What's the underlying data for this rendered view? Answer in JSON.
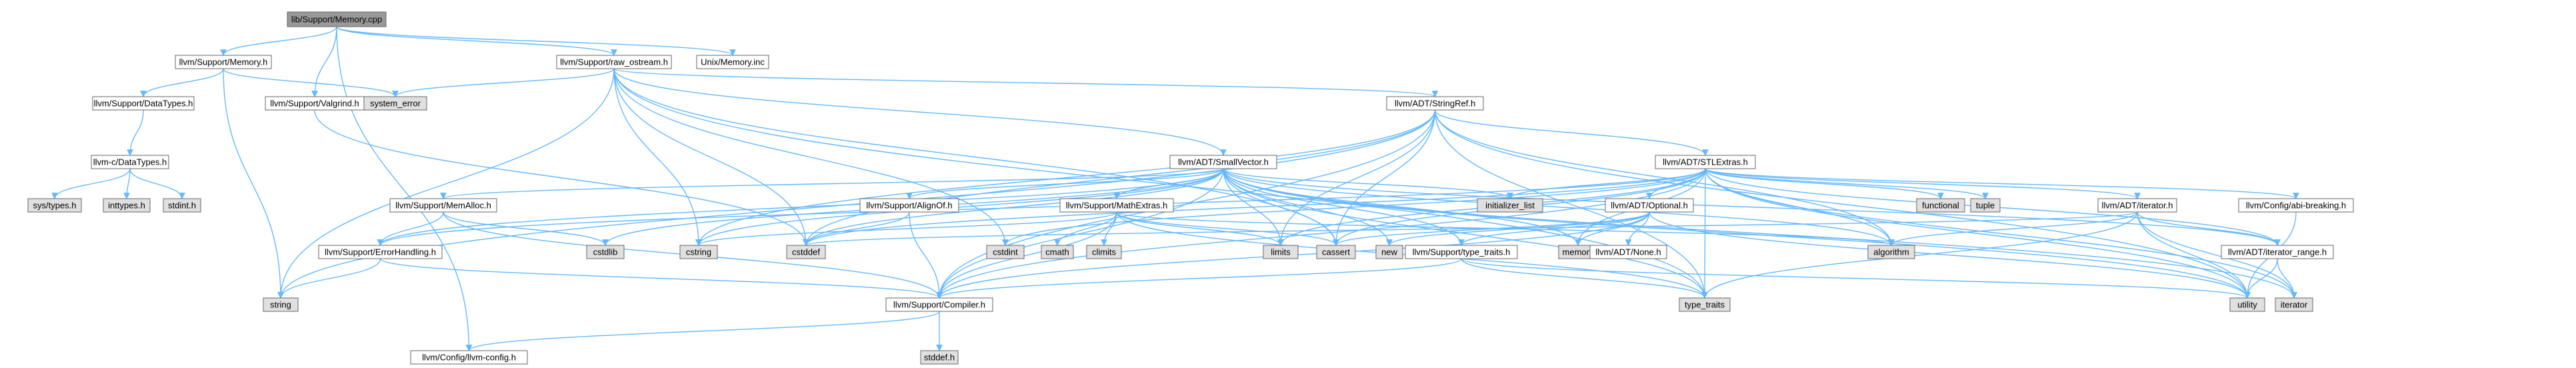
{
  "diagram": {
    "type": "include-dependency-graph",
    "colors": {
      "root_fill": "#999999",
      "node_fill": "#ffffff",
      "system_fill": "#e0e0e0",
      "node_stroke": "#666666",
      "edge": "#63b8ff",
      "text": "#000000"
    },
    "nodes": [
      {
        "id": "root",
        "label": "lib/Support/Memory.cpp",
        "kind": "root"
      },
      {
        "id": "mem_h",
        "label": "llvm/Support/Memory.h",
        "kind": "file"
      },
      {
        "id": "valgrind",
        "label": "llvm/Support/Valgrind.h",
        "kind": "file"
      },
      {
        "id": "raw_ostream",
        "label": "llvm/Support/raw_ostream.h",
        "kind": "file"
      },
      {
        "id": "unix_mem",
        "label": "Unix/Memory.inc",
        "kind": "file"
      },
      {
        "id": "llvm_config",
        "label": "llvm/Config/llvm-config.h",
        "kind": "file"
      },
      {
        "id": "datatypes_h",
        "label": "llvm/Support/DataTypes.h",
        "kind": "file"
      },
      {
        "id": "system_error",
        "label": "system_error",
        "kind": "system"
      },
      {
        "id": "c_datatypes",
        "label": "llvm-c/DataTypes.h",
        "kind": "file"
      },
      {
        "id": "sys_types",
        "label": "sys/types.h",
        "kind": "system"
      },
      {
        "id": "inttypes",
        "label": "inttypes.h",
        "kind": "system"
      },
      {
        "id": "stdint",
        "label": "stdint.h",
        "kind": "system"
      },
      {
        "id": "string",
        "label": "string",
        "kind": "system"
      },
      {
        "id": "stringref",
        "label": "llvm/ADT/StringRef.h",
        "kind": "file"
      },
      {
        "id": "smallvector",
        "label": "llvm/ADT/SmallVector.h",
        "kind": "file"
      },
      {
        "id": "stlextras",
        "label": "llvm/ADT/STLExtras.h",
        "kind": "file"
      },
      {
        "id": "memalloc",
        "label": "llvm/Support/MemAlloc.h",
        "kind": "file"
      },
      {
        "id": "alignof",
        "label": "llvm/Support/AlignOf.h",
        "kind": "file"
      },
      {
        "id": "mathextras",
        "label": "llvm/Support/MathExtras.h",
        "kind": "file"
      },
      {
        "id": "initializer_list",
        "label": "initializer_list",
        "kind": "system"
      },
      {
        "id": "functional",
        "label": "functional",
        "kind": "system"
      },
      {
        "id": "tuple",
        "label": "tuple",
        "kind": "system"
      },
      {
        "id": "optional",
        "label": "llvm/ADT/Optional.h",
        "kind": "file"
      },
      {
        "id": "iterator_h",
        "label": "llvm/ADT/iterator.h",
        "kind": "file"
      },
      {
        "id": "abi_breaking",
        "label": "llvm/Config/abi-breaking.h",
        "kind": "file"
      },
      {
        "id": "cstdlib",
        "label": "cstdlib",
        "kind": "system"
      },
      {
        "id": "cstring",
        "label": "cstring",
        "kind": "system"
      },
      {
        "id": "cstddef",
        "label": "cstddef",
        "kind": "system"
      },
      {
        "id": "cstdint",
        "label": "cstdint",
        "kind": "system"
      },
      {
        "id": "cmath",
        "label": "cmath",
        "kind": "system"
      },
      {
        "id": "climits",
        "label": "climits",
        "kind": "system"
      },
      {
        "id": "limits",
        "label": "limits",
        "kind": "system"
      },
      {
        "id": "cassert",
        "label": "cassert",
        "kind": "system"
      },
      {
        "id": "new",
        "label": "new",
        "kind": "system"
      },
      {
        "id": "memory",
        "label": "memory",
        "kind": "system"
      },
      {
        "id": "algorithm",
        "label": "algorithm",
        "kind": "system"
      },
      {
        "id": "type_traits_h",
        "label": "llvm/Support/type_traits.h",
        "kind": "file"
      },
      {
        "id": "none",
        "label": "llvm/ADT/None.h",
        "kind": "file"
      },
      {
        "id": "iterator_range",
        "label": "llvm/ADT/iterator_range.h",
        "kind": "file"
      },
      {
        "id": "errorhandling",
        "label": "llvm/Support/ErrorHandling.h",
        "kind": "file"
      },
      {
        "id": "compiler",
        "label": "llvm/Support/Compiler.h",
        "kind": "file"
      },
      {
        "id": "type_traits",
        "label": "type_traits",
        "kind": "system"
      },
      {
        "id": "utility",
        "label": "utility",
        "kind": "system"
      },
      {
        "id": "iterator",
        "label": "iterator",
        "kind": "system"
      },
      {
        "id": "stddef",
        "label": "stddef.h",
        "kind": "system"
      }
    ],
    "edges": [
      [
        "root",
        "mem_h"
      ],
      [
        "root",
        "valgrind"
      ],
      [
        "root",
        "raw_ostream"
      ],
      [
        "root",
        "unix_mem"
      ],
      [
        "root",
        "llvm_config"
      ],
      [
        "mem_h",
        "datatypes_h"
      ],
      [
        "mem_h",
        "system_error"
      ],
      [
        "mem_h",
        "string"
      ],
      [
        "datatypes_h",
        "c_datatypes"
      ],
      [
        "c_datatypes",
        "sys_types"
      ],
      [
        "c_datatypes",
        "inttypes"
      ],
      [
        "c_datatypes",
        "stdint"
      ],
      [
        "valgrind",
        "cstddef"
      ],
      [
        "raw_ostream",
        "system_error"
      ],
      [
        "raw_ostream",
        "stringref"
      ],
      [
        "raw_ostream",
        "smallvector"
      ],
      [
        "raw_ostream",
        "string"
      ],
      [
        "raw_ostream",
        "cstring"
      ],
      [
        "raw_ostream",
        "cstddef"
      ],
      [
        "raw_ostream",
        "cstdint"
      ],
      [
        "raw_ostream",
        "cassert"
      ],
      [
        "raw_ostream",
        "type_traits"
      ],
      [
        "stringref",
        "stlextras"
      ],
      [
        "stringref",
        "compiler"
      ],
      [
        "stringref",
        "string"
      ],
      [
        "stringref",
        "cstring"
      ],
      [
        "stringref",
        "cstddef"
      ],
      [
        "stringref",
        "limits"
      ],
      [
        "stringref",
        "cassert"
      ],
      [
        "stringref",
        "algorithm"
      ],
      [
        "stringref",
        "type_traits"
      ],
      [
        "stringref",
        "utility"
      ],
      [
        "smallvector",
        "memalloc"
      ],
      [
        "smallvector",
        "alignof"
      ],
      [
        "smallvector",
        "mathextras"
      ],
      [
        "smallvector",
        "errorhandling"
      ],
      [
        "smallvector",
        "compiler"
      ],
      [
        "smallvector",
        "initializer_list"
      ],
      [
        "smallvector",
        "cstdlib"
      ],
      [
        "smallvector",
        "cstring"
      ],
      [
        "smallvector",
        "cstddef"
      ],
      [
        "smallvector",
        "limits"
      ],
      [
        "smallvector",
        "cassert"
      ],
      [
        "smallvector",
        "new"
      ],
      [
        "smallvector",
        "memory"
      ],
      [
        "smallvector",
        "algorithm"
      ],
      [
        "smallvector",
        "type_traits"
      ],
      [
        "smallvector",
        "utility"
      ],
      [
        "smallvector",
        "iterator"
      ],
      [
        "smallvector",
        "type_traits_h"
      ],
      [
        "smallvector",
        "iterator_range"
      ],
      [
        "stlextras",
        "optional"
      ],
      [
        "stlextras",
        "iterator_h"
      ],
      [
        "stlextras",
        "iterator_range"
      ],
      [
        "stlextras",
        "abi_breaking"
      ],
      [
        "stlextras",
        "errorhandling"
      ],
      [
        "stlextras",
        "compiler"
      ],
      [
        "stlextras",
        "functional"
      ],
      [
        "stlextras",
        "tuple"
      ],
      [
        "stlextras",
        "initializer_list"
      ],
      [
        "stlextras",
        "cstdint"
      ],
      [
        "stlextras",
        "cstddef"
      ],
      [
        "stlextras",
        "cassert"
      ],
      [
        "stlextras",
        "limits"
      ],
      [
        "stlextras",
        "memory"
      ],
      [
        "stlextras",
        "algorithm"
      ],
      [
        "stlextras",
        "type_traits"
      ],
      [
        "stlextras",
        "utility"
      ],
      [
        "stlextras",
        "iterator"
      ],
      [
        "memalloc",
        "compiler"
      ],
      [
        "memalloc",
        "errorhandling"
      ],
      [
        "memalloc",
        "cstdlib"
      ],
      [
        "alignof",
        "compiler"
      ],
      [
        "alignof",
        "cstddef"
      ],
      [
        "mathextras",
        "compiler"
      ],
      [
        "mathextras",
        "cmath"
      ],
      [
        "mathextras",
        "climits"
      ],
      [
        "mathextras",
        "cstring"
      ],
      [
        "mathextras",
        "limits"
      ],
      [
        "mathextras",
        "type_traits"
      ],
      [
        "mathextras",
        "cassert"
      ],
      [
        "mathextras",
        "algorithm"
      ],
      [
        "optional",
        "none"
      ],
      [
        "optional",
        "compiler"
      ],
      [
        "optional",
        "type_traits_h"
      ],
      [
        "optional",
        "cassert"
      ],
      [
        "optional",
        "memory"
      ],
      [
        "optional",
        "new"
      ],
      [
        "optional",
        "utility"
      ],
      [
        "iterator_h",
        "iterator_range"
      ],
      [
        "iterator_h",
        "cstddef"
      ],
      [
        "iterator_h",
        "iterator"
      ],
      [
        "iterator_h",
        "type_traits"
      ],
      [
        "iterator_h",
        "utility"
      ],
      [
        "iterator_h",
        "algorithm"
      ],
      [
        "type_traits_h",
        "compiler"
      ],
      [
        "type_traits_h",
        "type_traits"
      ],
      [
        "type_traits_h",
        "utility"
      ],
      [
        "iterator_range",
        "iterator"
      ],
      [
        "iterator_range",
        "utility"
      ],
      [
        "errorhandling",
        "compiler"
      ],
      [
        "errorhandling",
        "string"
      ],
      [
        "compiler",
        "llvm_config"
      ],
      [
        "compiler",
        "stddef"
      ],
      [
        "abi_breaking",
        "utility"
      ]
    ]
  }
}
